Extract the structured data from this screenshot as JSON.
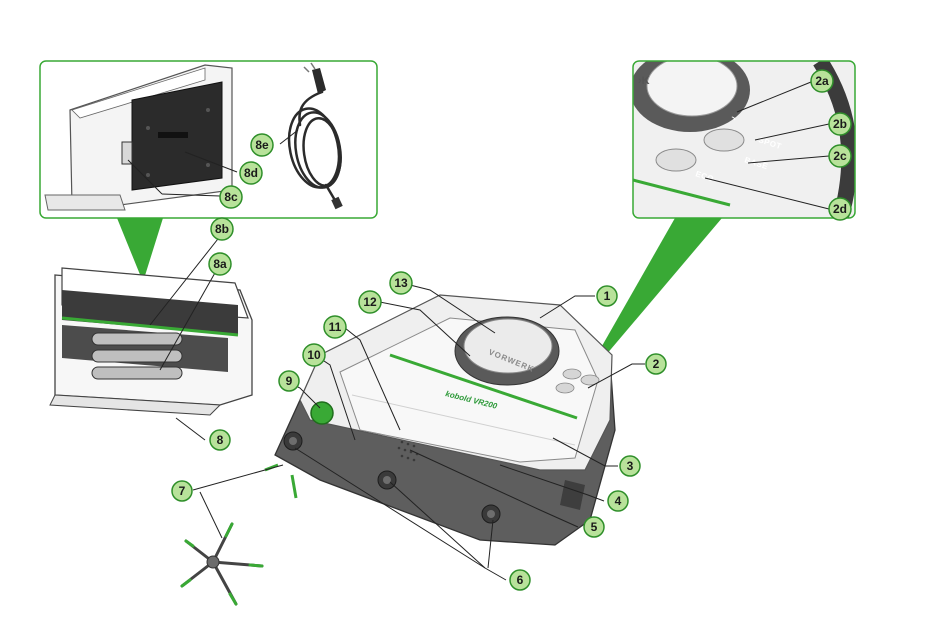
{
  "colors": {
    "accent": "#39a935",
    "callout_fill": "#b8e29a",
    "callout_stroke": "#2f8f2a",
    "body_dark": "#5a5a5a",
    "body_light": "#efefef"
  },
  "inset_dock": {
    "callouts": [
      "8c",
      "8d",
      "8e"
    ]
  },
  "inset_buttons": {
    "button_labels": [
      "SPOT",
      "BASE",
      "ECO"
    ],
    "callouts": [
      "2a",
      "2b",
      "2c",
      "2d"
    ]
  },
  "dock": {
    "callouts": [
      "8b",
      "8a",
      "8"
    ]
  },
  "robot": {
    "brand": "VORWERK",
    "model_text": "kobold VR200",
    "callouts": [
      "1",
      "2",
      "3",
      "4",
      "5",
      "6",
      "9",
      "10",
      "11",
      "12",
      "13"
    ]
  },
  "brush": {
    "callouts": [
      "7"
    ]
  }
}
